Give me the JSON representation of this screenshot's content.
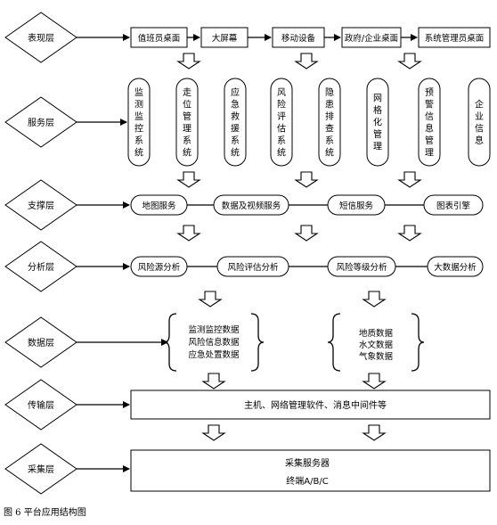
{
  "layers": [
    "表现层",
    "服务层",
    "支撑层",
    "分析层",
    "数据层",
    "传输层",
    "采集层"
  ],
  "presentation": [
    "值班员桌面",
    "大屏幕",
    "移动设备",
    "政府/企业桌面",
    "系统管理员桌面"
  ],
  "services": [
    "监测监控系统",
    "走位管理系统",
    "应急救援系统",
    "风险评估系统",
    "隐患排查系统",
    "网格化管理",
    "预警信息管理",
    "企业信息"
  ],
  "support": [
    "地图服务",
    "数据及视频服务",
    "短信服务",
    "图表引擎"
  ],
  "analysis": [
    "风险源分析",
    "风险评估分析",
    "风险等级分析",
    "大数据分析"
  ],
  "data_left": [
    "监测监控数据",
    "风险信息数据",
    "应急处置数据"
  ],
  "data_right": [
    "地质数据",
    "水文数据",
    "气象数据"
  ],
  "transport": "主机、网络管理软件、消息中间件等",
  "collection": {
    "line1": "采集服务器",
    "line2": "终端A/B/C"
  },
  "caption": "图 6  平台应用结构图"
}
